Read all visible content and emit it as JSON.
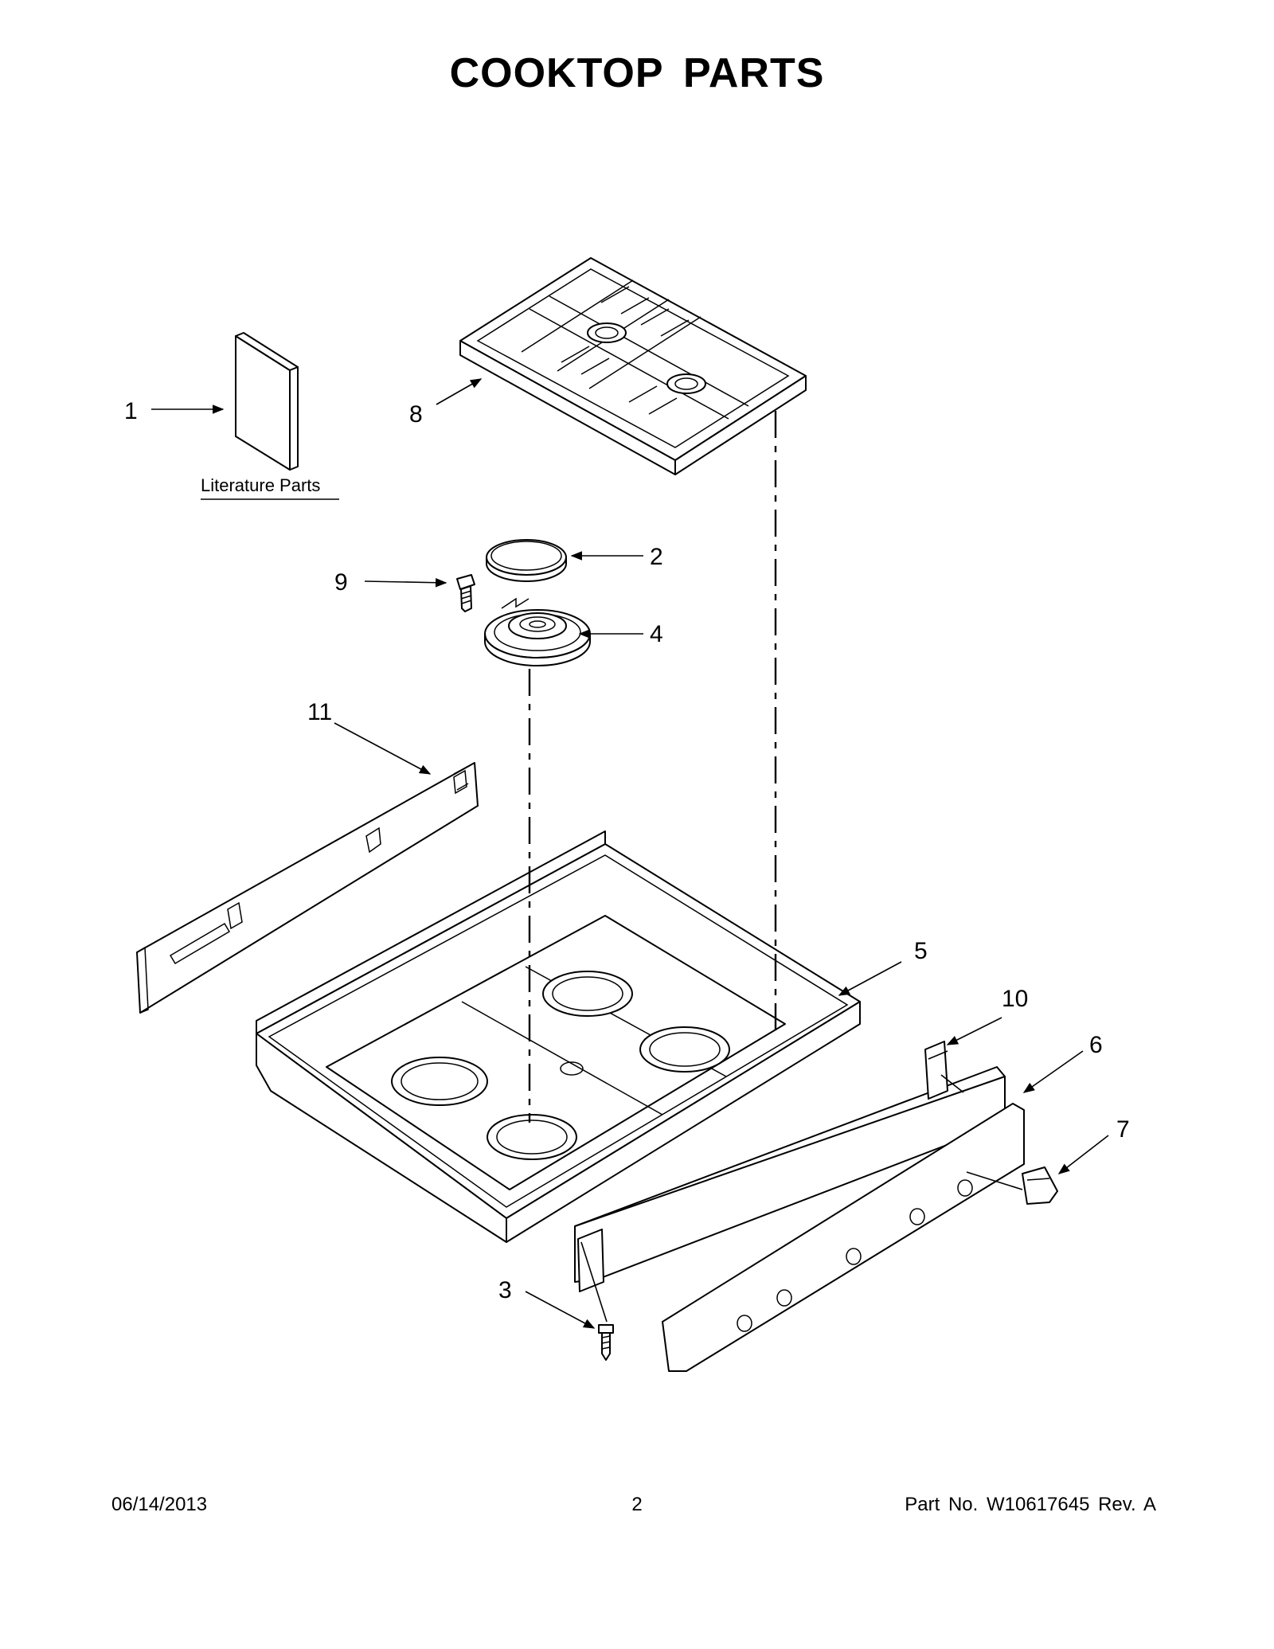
{
  "page": {
    "title": "COOKTOP PARTS",
    "footer": {
      "date": "06/14/2013",
      "page_number": "2",
      "part_number": "Part No.  W10617645  Rev.  A"
    }
  },
  "diagram": {
    "literature_label": "Literature Parts",
    "callouts": [
      {
        "id": "c1",
        "label": "1",
        "part": "literature"
      },
      {
        "id": "c2",
        "label": "2",
        "part": "burner-cap"
      },
      {
        "id": "c3",
        "label": "3",
        "part": "screw"
      },
      {
        "id": "c4",
        "label": "4",
        "part": "burner-base"
      },
      {
        "id": "c5",
        "label": "5",
        "part": "cooktop"
      },
      {
        "id": "c6",
        "label": "6",
        "part": "control-panel"
      },
      {
        "id": "c7",
        "label": "7",
        "part": "knob"
      },
      {
        "id": "c8",
        "label": "8",
        "part": "grate"
      },
      {
        "id": "c9",
        "label": "9",
        "part": "burner-screw"
      },
      {
        "id": "c10",
        "label": "10",
        "part": "bracket"
      },
      {
        "id": "c11",
        "label": "11",
        "part": "rear-panel"
      }
    ]
  },
  "colors": {
    "line": "#000000",
    "background": "#ffffff"
  }
}
